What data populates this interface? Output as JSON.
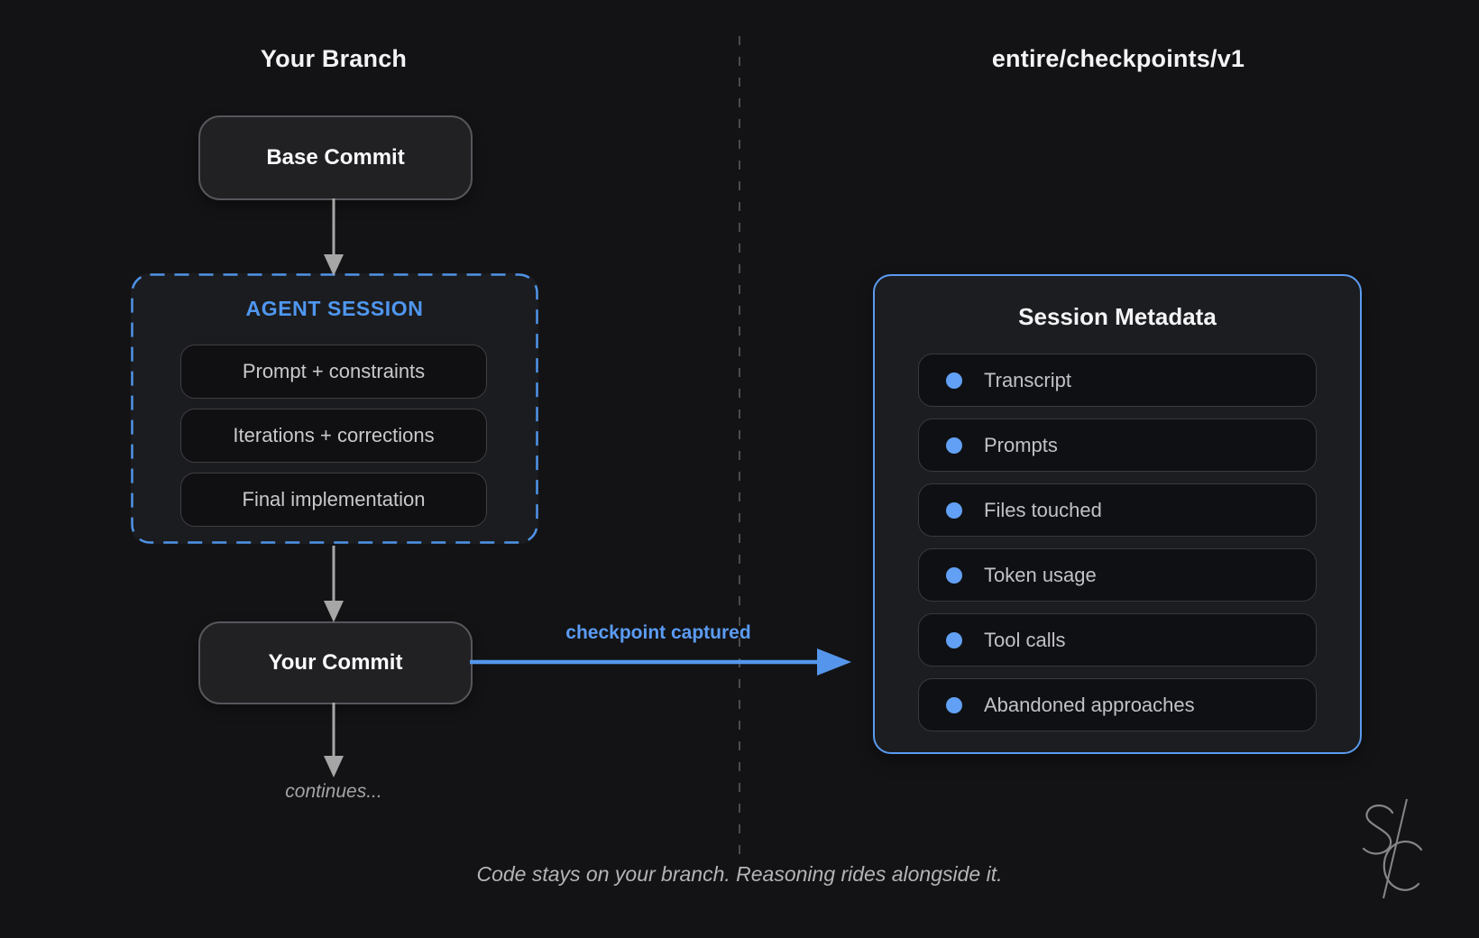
{
  "colors": {
    "background": "#131315",
    "accent_blue": "#5596ec",
    "label_blue": "#5b9cf4",
    "arrow_gray": "#a6a6a6",
    "divider_gray": "#4b4b50"
  },
  "left_panel": {
    "title": "Your Branch",
    "base_commit_label": "Base Commit",
    "agent_session": {
      "title": "AGENT SESSION",
      "steps": [
        "Prompt + constraints",
        "Iterations + corrections",
        "Final implementation"
      ]
    },
    "your_commit_label": "Your Commit",
    "continues_label": "continues..."
  },
  "flow": {
    "arrow_label": "checkpoint captured"
  },
  "right_panel": {
    "title": "entire/checkpoints/v1",
    "metadata_card": {
      "title": "Session Metadata",
      "items": [
        "Transcript",
        "Prompts",
        "Files touched",
        "Token usage",
        "Tool calls",
        "Abandoned approaches"
      ]
    }
  },
  "caption": "Code stays on your branch. Reasoning rides alongside it.",
  "logo": {
    "letters": "SC"
  }
}
